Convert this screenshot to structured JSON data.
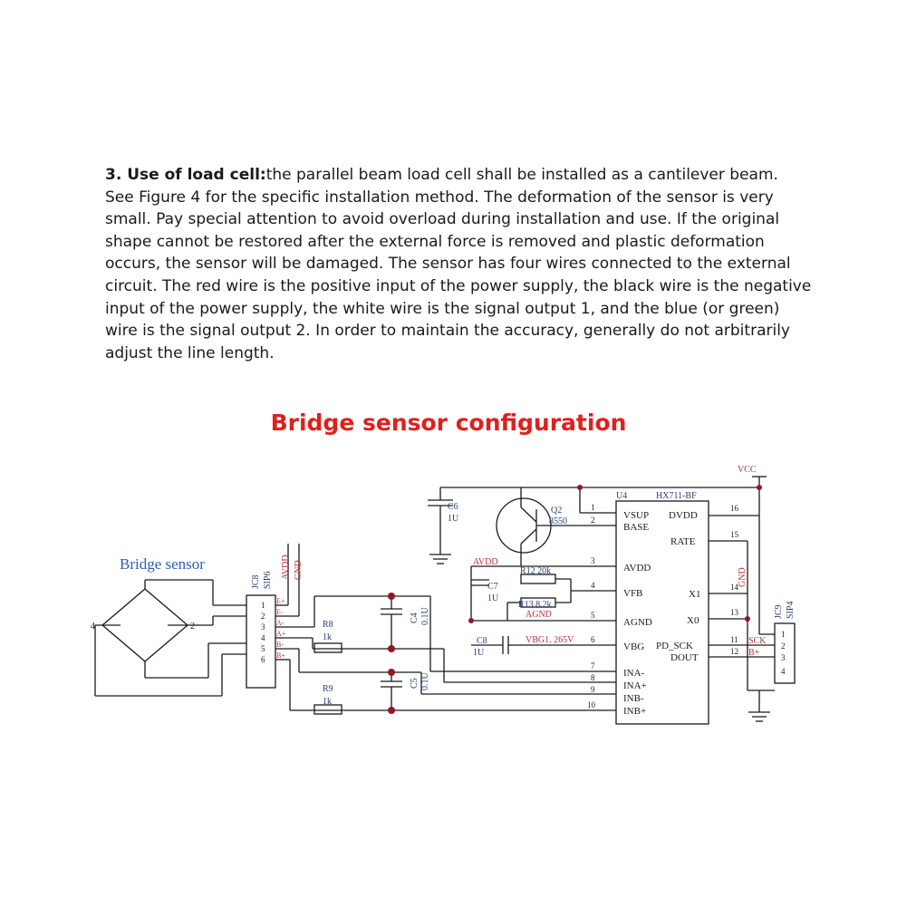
{
  "paragraph": {
    "heading": "3. Use of load cell:",
    "body": "the parallel beam load cell shall be installed as a cantilever beam. See Figure 4 for the specific installation method. The deformation of the sensor is very small. Pay special attention to avoid overload during installation and use. If the original shape cannot be restored after the external force is removed and plastic deformation occurs, the sensor will be damaged. The sensor has four wires connected to the external circuit. The red wire is the positive input of the power supply, the black wire is the negative input of the power supply, the white wire is the signal output 1, and the blue (or green) wire is the signal output 2. In order to maintain the accuracy, generally do not arbitrarily adjust the line length."
  },
  "figure_title": "Bridge sensor configuration",
  "colors": {
    "title": "#e0201c",
    "wire": "#1a1a1a",
    "component": "#24407a",
    "net_label": "#b5323c",
    "sensor_label": "#2a5fb0"
  },
  "schematic": {
    "bridge_label": "Bridge sensor",
    "bridge_node_left": "4",
    "bridge_node_right": "2",
    "jc8_ref": "JC8",
    "jc8_type": "SIP6",
    "jc8_pins": [
      "1",
      "2",
      "3",
      "4",
      "5",
      "6"
    ],
    "jc8_nets": [
      "E+",
      "E-",
      "A-",
      "A+",
      "B-",
      "B+"
    ],
    "avdd_vert": "AVDD",
    "gnd_vert": "GND",
    "c4_ref": "C4",
    "c4_val": "0.1U",
    "c5_ref": "C5",
    "c5_val": "0.1U",
    "r8_ref": "R8",
    "r8_val": "1k",
    "r9_ref": "R9",
    "r9_val": "1k",
    "c6_ref": "C6",
    "c6_val": "1U",
    "c7_ref": "C7",
    "c7_val": "1U",
    "c8_ref": "C8",
    "c8_val": "1U",
    "q2_ref": "Q2",
    "q2_val": "8550",
    "r12": "R12  20k",
    "r13": "R13  8.2k",
    "avdd_net": "AVDD",
    "agnd_net": "AGND",
    "vbg_net": "VBG1. 265V",
    "vcc": "VCC",
    "u4_ref": "U4",
    "u4_part": "HX711-BF",
    "left_pins": [
      {
        "num": "1",
        "name": "VSUP"
      },
      {
        "num": "2",
        "name": "BASE"
      },
      {
        "num": "3",
        "name": "AVDD"
      },
      {
        "num": "4",
        "name": "VFB"
      },
      {
        "num": "5",
        "name": "AGND"
      },
      {
        "num": "6",
        "name": "VBG"
      },
      {
        "num": "7",
        "name": "INA-"
      },
      {
        "num": "8",
        "name": "INA+"
      },
      {
        "num": "9",
        "name": "INB-"
      },
      {
        "num": "10",
        "name": "INB+"
      }
    ],
    "right_pins": [
      {
        "num": "16",
        "name": "DVDD"
      },
      {
        "num": "15",
        "name": "RATE"
      },
      {
        "num": "14",
        "name": "X1"
      },
      {
        "num": "13",
        "name": "X0"
      },
      {
        "num": "11",
        "name": "PD_SCK"
      },
      {
        "num": "12",
        "name": "DOUT"
      }
    ],
    "gnd_right": "GND",
    "sck_net": "SCK",
    "bplus_net": "B+",
    "jc9_ref": "JC9",
    "jc9_type": "SIP4",
    "jc9_pins": [
      "1",
      "2",
      "3",
      "4"
    ]
  }
}
